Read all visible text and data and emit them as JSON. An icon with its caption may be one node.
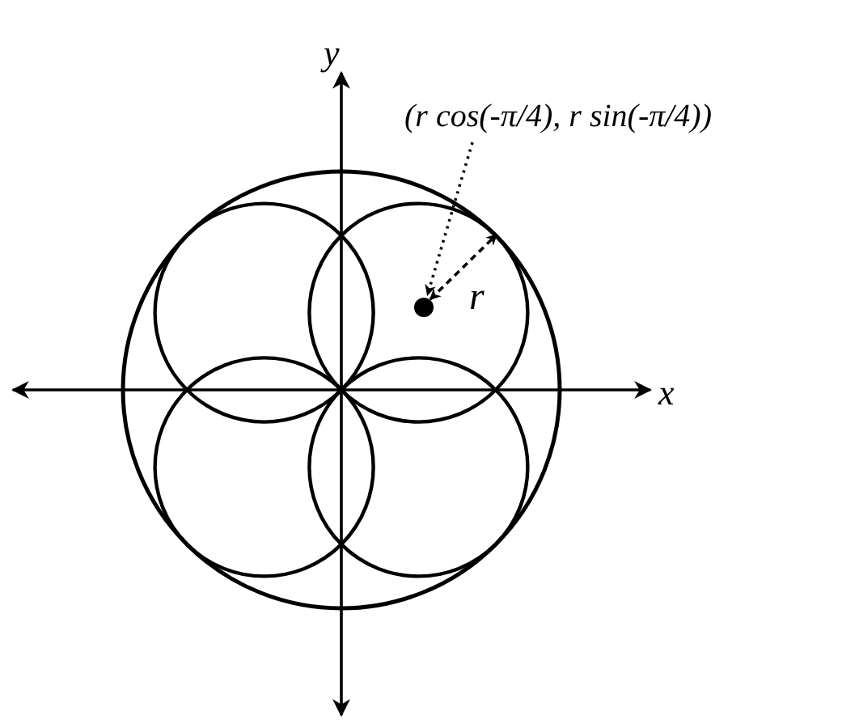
{
  "diagram": {
    "nodes": [
      {
        "text": [
          "(r cos(-π/4), r sin(-π/4))"
        ]
      },
      {
        "text": [],
        "shape": "circle"
      }
    ],
    "edges": [
      {
        "from": 0,
        "to": 1,
        "arrow": "to",
        "style": "dashed"
      }
    ],
    "labels": [
      "y",
      "x",
      "r"
    ]
  }
}
